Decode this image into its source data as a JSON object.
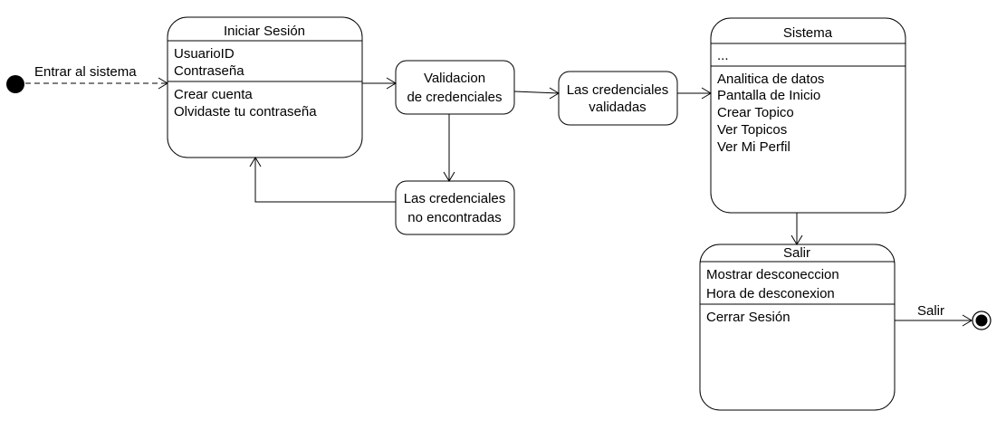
{
  "initial_transition_label": "Entrar al sistema",
  "final_transition_label": "Salir",
  "states": {
    "iniciar_sesion": {
      "title": "Iniciar Sesión",
      "attributes": [
        "UsuarioID",
        "Contraseña"
      ],
      "operations": [
        "Crear cuenta",
        "Olvidaste tu contraseña"
      ]
    },
    "validacion": {
      "lines": [
        "Validacion",
        "de credenciales"
      ]
    },
    "validadas": {
      "lines": [
        "Las credenciales",
        "validadas"
      ]
    },
    "no_encontradas": {
      "lines": [
        "Las credenciales",
        "no encontradas"
      ]
    },
    "sistema": {
      "title": "Sistema",
      "attributes": [
        "..."
      ],
      "operations": [
        "Analitica de datos",
        "Pantalla de Inicio",
        "Crear Topico",
        "Ver Topicos",
        "Ver Mi Perfil"
      ]
    },
    "salir": {
      "title": "Salir",
      "attributes": [
        "Mostrar desconeccion",
        "Hora de desconexion"
      ],
      "operations": [
        "Cerrar Sesión"
      ]
    }
  }
}
